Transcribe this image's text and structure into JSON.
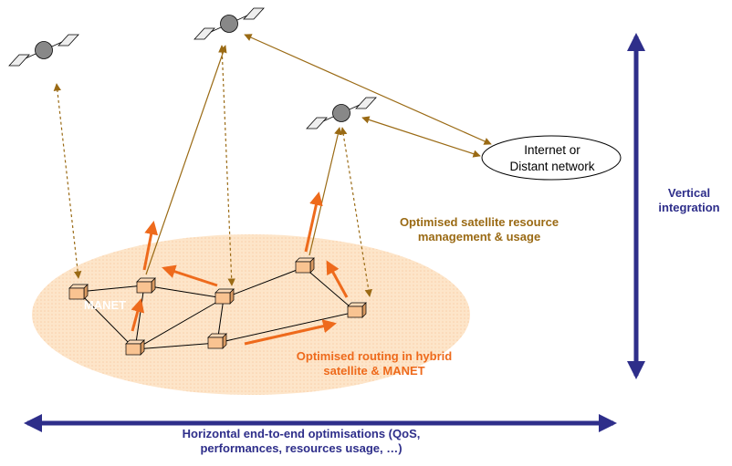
{
  "labels": {
    "internet_line1": "Internet or",
    "internet_line2": "Distant network",
    "vertical_line1": "Vertical",
    "vertical_line2": "integration",
    "satellite_line1": "Optimised satellite resource",
    "satellite_line2": "management & usage",
    "manet": "MANET",
    "routing_line1": "Optimised routing in hybrid",
    "routing_line2": "satellite & MANET",
    "horizontal_line1": "Horizontal end-to-end optimisations (QoS,",
    "horizontal_line2": "performances, resources usage, …)"
  },
  "colors": {
    "vertical_arrow": "#2e2e8a",
    "horizontal_arrow": "#2e2e8a",
    "satellite_text": "#9a6a14",
    "satellite_link": "#9a6a14",
    "routing_text": "#ee6a1c",
    "routing_arrow": "#ee6a1c",
    "manet_cloud": "#fbd9b4",
    "node_fill": "#f9c391",
    "satellite_body": "#888888"
  }
}
